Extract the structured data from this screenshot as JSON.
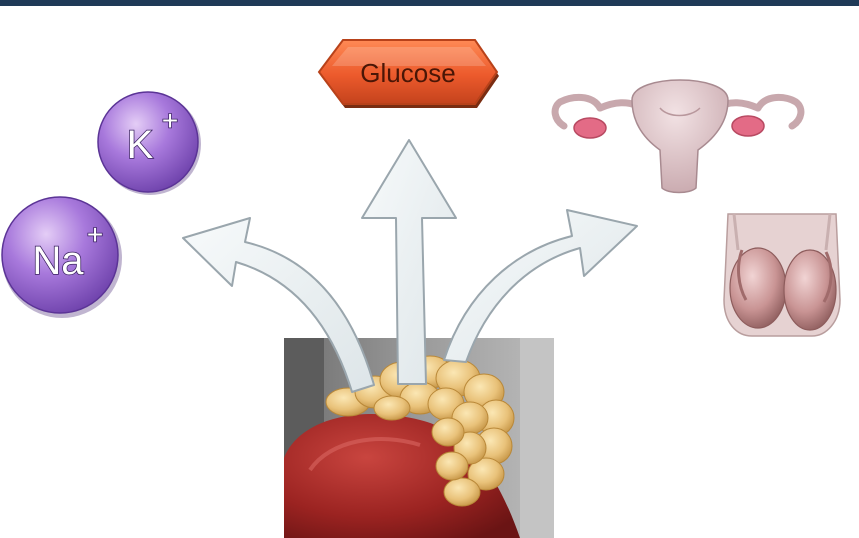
{
  "labels": {
    "glucose": "Glucose",
    "potassium": "K",
    "potassium_charge": "+",
    "sodium": "Na",
    "sodium_charge": "+"
  },
  "colors": {
    "top_bar": "#1f3a57",
    "ion_fill": "#9a6ad6",
    "glucose_fill": "#ec5a2c",
    "arrow_fill": "#eef3f4",
    "arrow_stroke": "#9aa6ad"
  },
  "icons": [
    "uterus-ovaries-icon",
    "testes-icon",
    "adrenal-gland-kidney-icon"
  ]
}
